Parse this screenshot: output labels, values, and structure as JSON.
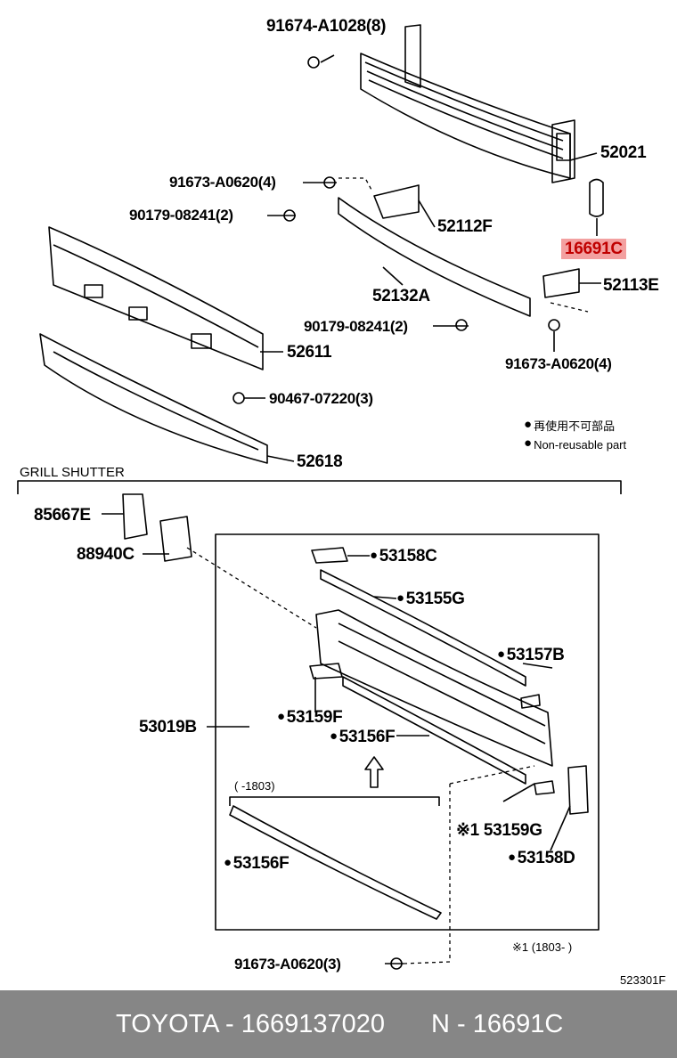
{
  "parts": {
    "p91674": "91674-A1028(8)",
    "p52021": "52021",
    "p91673a": "91673-A0620(4)",
    "p90179a": "90179-08241(2)",
    "p52112f": "52112F",
    "p16691c": "16691C",
    "p52113e": "52113E",
    "p52132a": "52132A",
    "p90179b": "90179-08241(2)",
    "p91673b": "91673-A0620(4)",
    "p52611": "52611",
    "p90467": "90467-07220(3)",
    "p52618": "52618",
    "p85667e": "85667E",
    "p88940c": "88940C",
    "p53158c": "53158C",
    "p53155g": "53155G",
    "p53157b": "53157B",
    "p53019b": "53019B",
    "p53159f": "53159F",
    "p53156f": "53156F",
    "p53156f2": "53156F",
    "p53159g": "※1 53159G",
    "p53158d": "53158D",
    "p91673c": "91673-A0620(3)"
  },
  "legend": {
    "jp": "再使用不可部品",
    "en": "Non-reusable part"
  },
  "section": {
    "grill_shutter": "GRILL SHUTTER",
    "date_range": "(      -1803)",
    "note": "※1 (1803-      )"
  },
  "page_code": "523301F",
  "footer": {
    "brand_part": "TOYOTA - 1669137020",
    "ref": "N - 16691C"
  },
  "colors": {
    "highlight_bg": "#f3a0a0",
    "highlight_text": "#c00000",
    "footer_bg": "#868686"
  }
}
